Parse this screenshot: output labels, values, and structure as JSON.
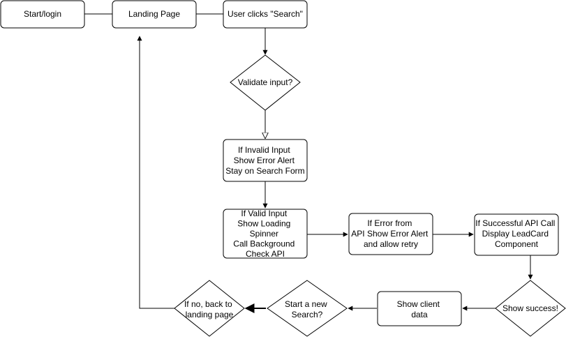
{
  "nodes": {
    "start_login": {
      "lines": [
        "Start/login"
      ]
    },
    "landing_page": {
      "lines": [
        "Landing Page"
      ]
    },
    "user_clicks_search": {
      "lines": [
        "User clicks \"Search\""
      ]
    },
    "validate_input": {
      "lines": [
        "Validate input?"
      ]
    },
    "invalid_input": {
      "lines": [
        "If Invalid Input",
        "Show Error Alert",
        "Stay on Search Form"
      ]
    },
    "valid_input": {
      "lines": [
        "If Valid Input",
        "Show Loading",
        "Spinner",
        "Call Background",
        "Check API"
      ]
    },
    "api_error": {
      "lines": [
        "If Error from",
        "API  Show Error Alert",
        "and allow retry"
      ]
    },
    "api_success": {
      "lines": [
        "If Successful API Call",
        "Display LeadCard",
        "Component"
      ]
    },
    "show_success": {
      "lines": [
        "Show success!"
      ]
    },
    "show_client_data": {
      "lines": [
        "Show client",
        "data"
      ]
    },
    "start_new_search": {
      "lines": [
        "Start a new",
        "Search?"
      ]
    },
    "back_to_landing": {
      "lines": [
        "If no, back to",
        "landing page"
      ]
    }
  }
}
